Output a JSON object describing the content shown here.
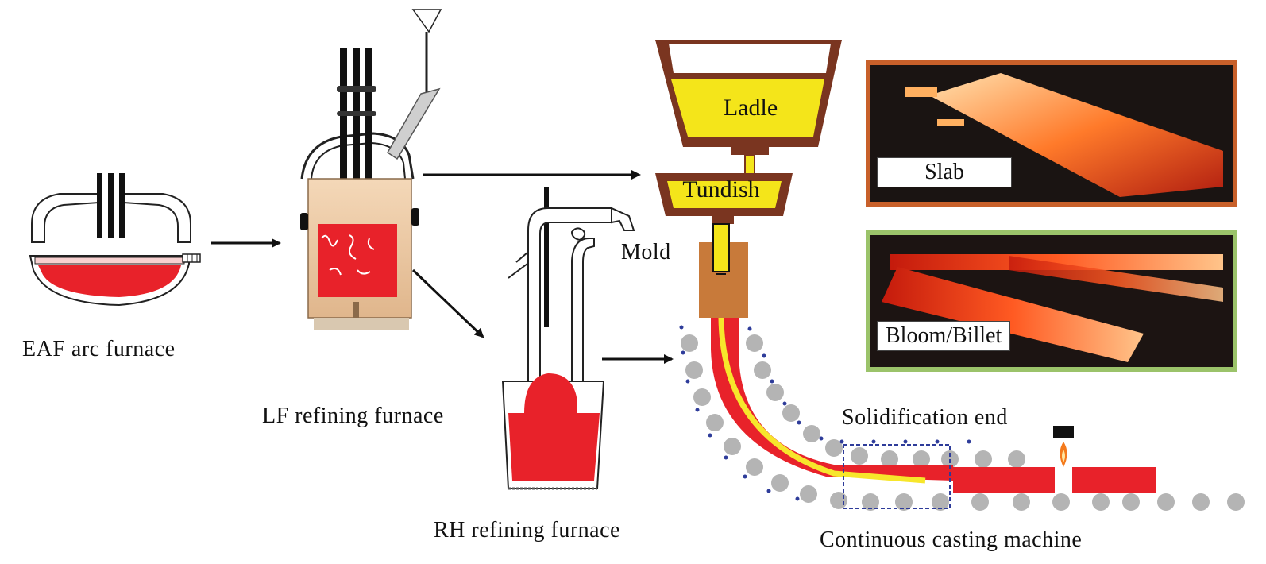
{
  "labels": {
    "eaf": "EAF arc furnace",
    "lf": "LF refining furnace",
    "rh": "RH refining furnace",
    "mold": "Mold",
    "ladle": "Ladle",
    "tundish": "Tundish",
    "solidification_end": "Solidification end",
    "ccm": "Continuous casting machine",
    "slab": "Slab",
    "bloom_billet": "Bloom/Billet"
  },
  "colors": {
    "molten_red": "#e8222a",
    "furnace_outline": "#222222",
    "ladle_brown": "#7a3520",
    "ladle_yellow": "#f4e51a",
    "stream_yellow": "#f7e62b",
    "roller_gray": "#b4b4b4",
    "spray_blue": "#2e3c9a",
    "slab_frame": "#c8602a",
    "billet_frame": "#9bc36a",
    "torch_flame": "#f47a1c"
  },
  "icons": {
    "arrow": "right-arrow",
    "torch": "cutting-torch-icon"
  }
}
